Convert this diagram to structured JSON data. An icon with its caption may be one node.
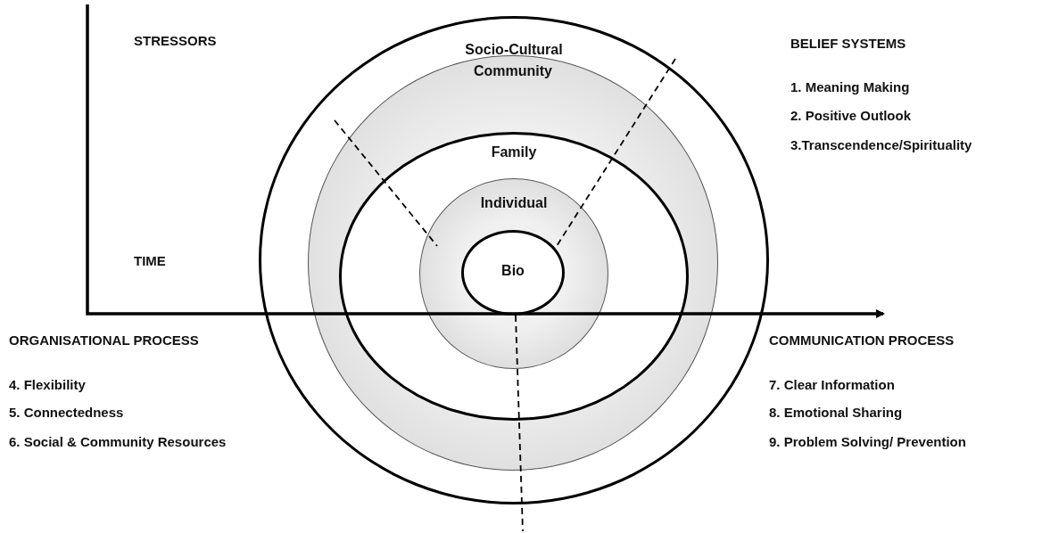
{
  "diagram": {
    "nodes": [
      {
        "text": [
          "Socio-Cultural"
        ]
      },
      {
        "text": [
          "Community"
        ],
        "in": 0
      },
      {
        "text": [
          "Family"
        ],
        "in": 1
      },
      {
        "text": [
          "Individual"
        ],
        "in": 2
      },
      {
        "text": [
          "Bio"
        ],
        "in": 3
      }
    ],
    "labels": [
      "STRESSORS",
      "BELIEF SYSTEMS",
      "1. Meaning Making",
      "2. Positive Outlook",
      "3.Transcendence/Spirituality",
      "TIME",
      "ORGANISATIONAL PROCESS",
      "COMMUNICATION PROCESS",
      "4. Flexibility",
      "7. Clear Information",
      "5. Connectedness",
      "8. Emotional Sharing",
      "6. Social & Community Resources",
      "9. Problem Solving/ Prevention"
    ]
  }
}
